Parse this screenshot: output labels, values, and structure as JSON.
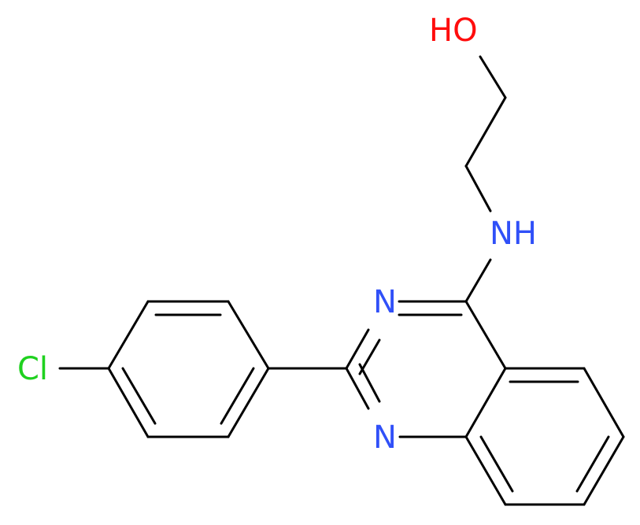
{
  "molecule": {
    "atoms": {
      "chlorine": "Cl",
      "hydroxyl": "HO",
      "amine": "NH",
      "ring_n_top": "N",
      "ring_n_bottom": "N"
    },
    "colors": {
      "bond": "#000000",
      "chlorine": "#1fd11f",
      "oxygen": "#ff0d0d",
      "nitrogen": "#3050f8"
    }
  }
}
